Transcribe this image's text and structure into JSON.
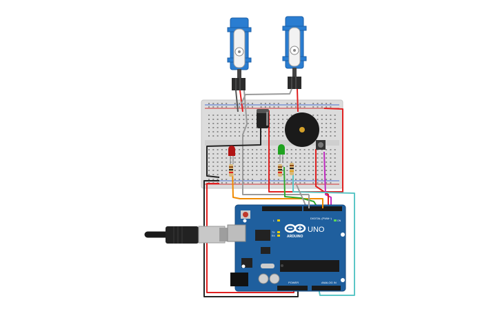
{
  "board": {
    "logo_text": "ARDUINO",
    "model": "UNO",
    "digital_label": "DIGITAL (PWM~)",
    "power_label": "POWER",
    "analog_label": "ANALOG IN",
    "led_labels": [
      "L",
      "TX",
      "RX",
      "ON"
    ]
  },
  "components": {
    "servos": 2,
    "leds": [
      "red",
      "green"
    ],
    "resistors": 3,
    "buzzer": 1,
    "capacitor": 1,
    "pushbutton": 1
  },
  "colors": {
    "servo": "#2a7dd1",
    "arduino": "#1f5f9e",
    "breadboard": "#dcdcdc",
    "wire_red": "#e02020",
    "wire_black": "#222222",
    "wire_orange": "#f08a00",
    "wire_green": "#2fa82f",
    "wire_cyan": "#5bc6c6",
    "wire_magenta": "#c02ac0",
    "wire_gray": "#9a9a9a",
    "led_red": "#b11414",
    "led_green": "#1fa21f",
    "buzzer": "#1a1a1a",
    "buzzer_center": "#d4a12a"
  },
  "icons": [
    "servo-motor-icon",
    "usb-cable-icon",
    "arduino-infinity-logo-icon"
  ]
}
